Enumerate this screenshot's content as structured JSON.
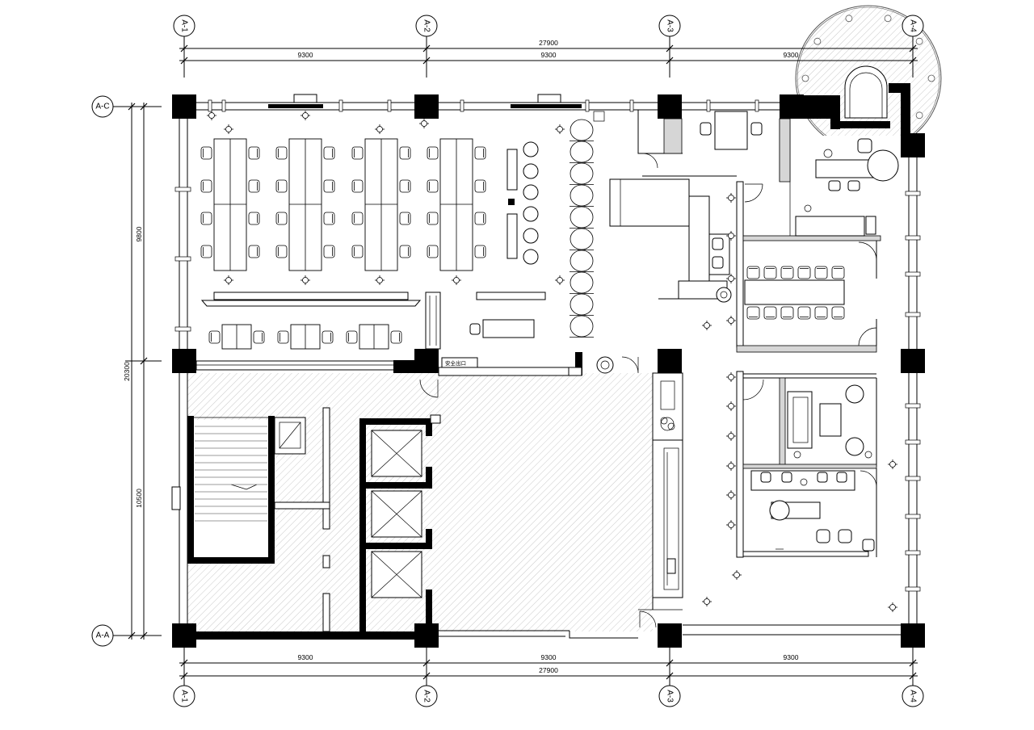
{
  "drawing": {
    "grid_top": [
      "A-1",
      "A-2",
      "A-3",
      "A-4"
    ],
    "grid_bottom": [
      "A-1",
      "A-2",
      "A-3",
      "A-4"
    ],
    "grid_left": [
      "A-C",
      "A-A"
    ],
    "dim_top_total": "27900",
    "dim_top_spans": [
      "9300",
      "9300",
      "9300"
    ],
    "dim_bottom_spans": [
      "9300",
      "9300",
      "9300"
    ],
    "dim_bottom_total": "27900",
    "dim_left_total": "20300",
    "dim_left_spans": [
      "9800",
      "10500"
    ],
    "exit_sign": "安全出口"
  },
  "colors": {
    "line": "#000000",
    "hatch": "#b3b3b3",
    "background": "#ffffff"
  }
}
